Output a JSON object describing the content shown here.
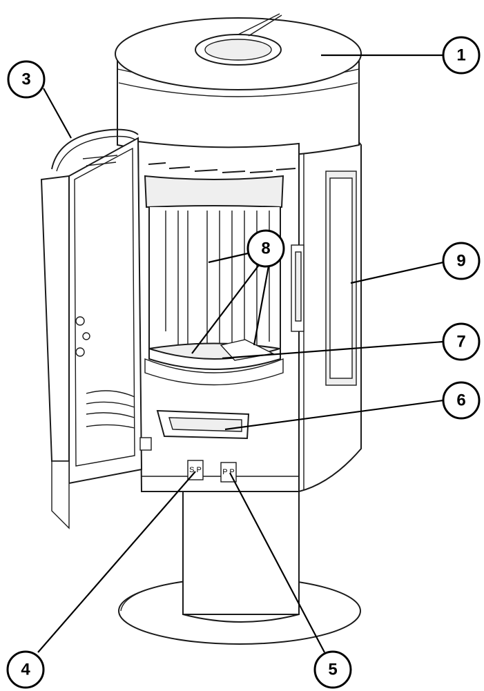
{
  "figure": {
    "callouts": [
      {
        "id": "c1",
        "label": "1"
      },
      {
        "id": "c3",
        "label": "3"
      },
      {
        "id": "c4",
        "label": "4"
      },
      {
        "id": "c5",
        "label": "5"
      },
      {
        "id": "c6",
        "label": "6"
      },
      {
        "id": "c7",
        "label": "7"
      },
      {
        "id": "c8",
        "label": "8"
      },
      {
        "id": "c9",
        "label": "9"
      }
    ],
    "control_marks": {
      "left": "S P",
      "right": "P P"
    }
  }
}
